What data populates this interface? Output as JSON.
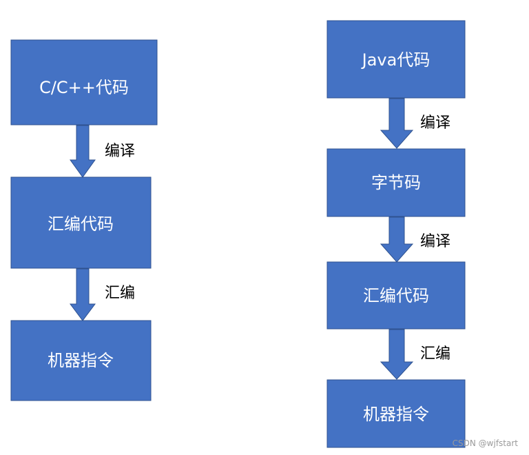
{
  "flows": {
    "cpp": {
      "nodes": [
        "C/C++代码",
        "汇编代码",
        "机器指令"
      ],
      "edges": [
        "编译",
        "汇编"
      ]
    },
    "java": {
      "nodes": [
        "Java代码",
        "字节码",
        "汇编代码",
        "机器指令"
      ],
      "edges": [
        "编译",
        "编译",
        "汇编"
      ]
    }
  },
  "colors": {
    "box": "#4472c4",
    "box_stroke": "#2f528f",
    "arrow": "#4472c4"
  },
  "watermark": "CSDN @wjfstart"
}
